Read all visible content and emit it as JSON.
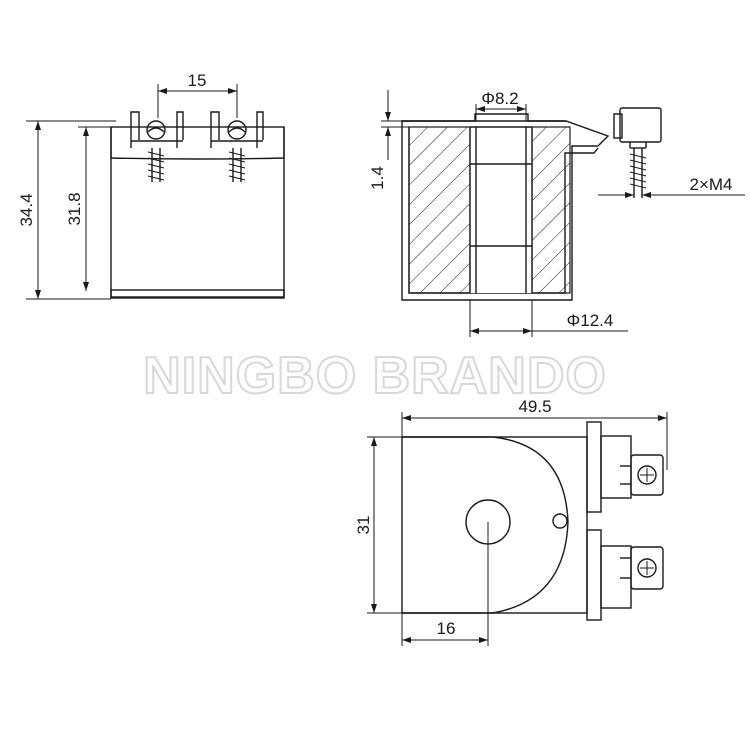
{
  "watermark": "NINGBO BRANDO",
  "front_view": {
    "dim_pin_spacing": "15",
    "dim_overall_height": "34.4",
    "dim_body_height": "31.8"
  },
  "section_view": {
    "dim_bore_diameter": "Φ8.2",
    "dim_flange_thickness": "1.4",
    "dim_thread": "2×M4",
    "dim_outer_diameter": "Φ12.4"
  },
  "top_view": {
    "dim_overall_length": "49.5",
    "dim_width": "31",
    "dim_center_offset": "16"
  }
}
